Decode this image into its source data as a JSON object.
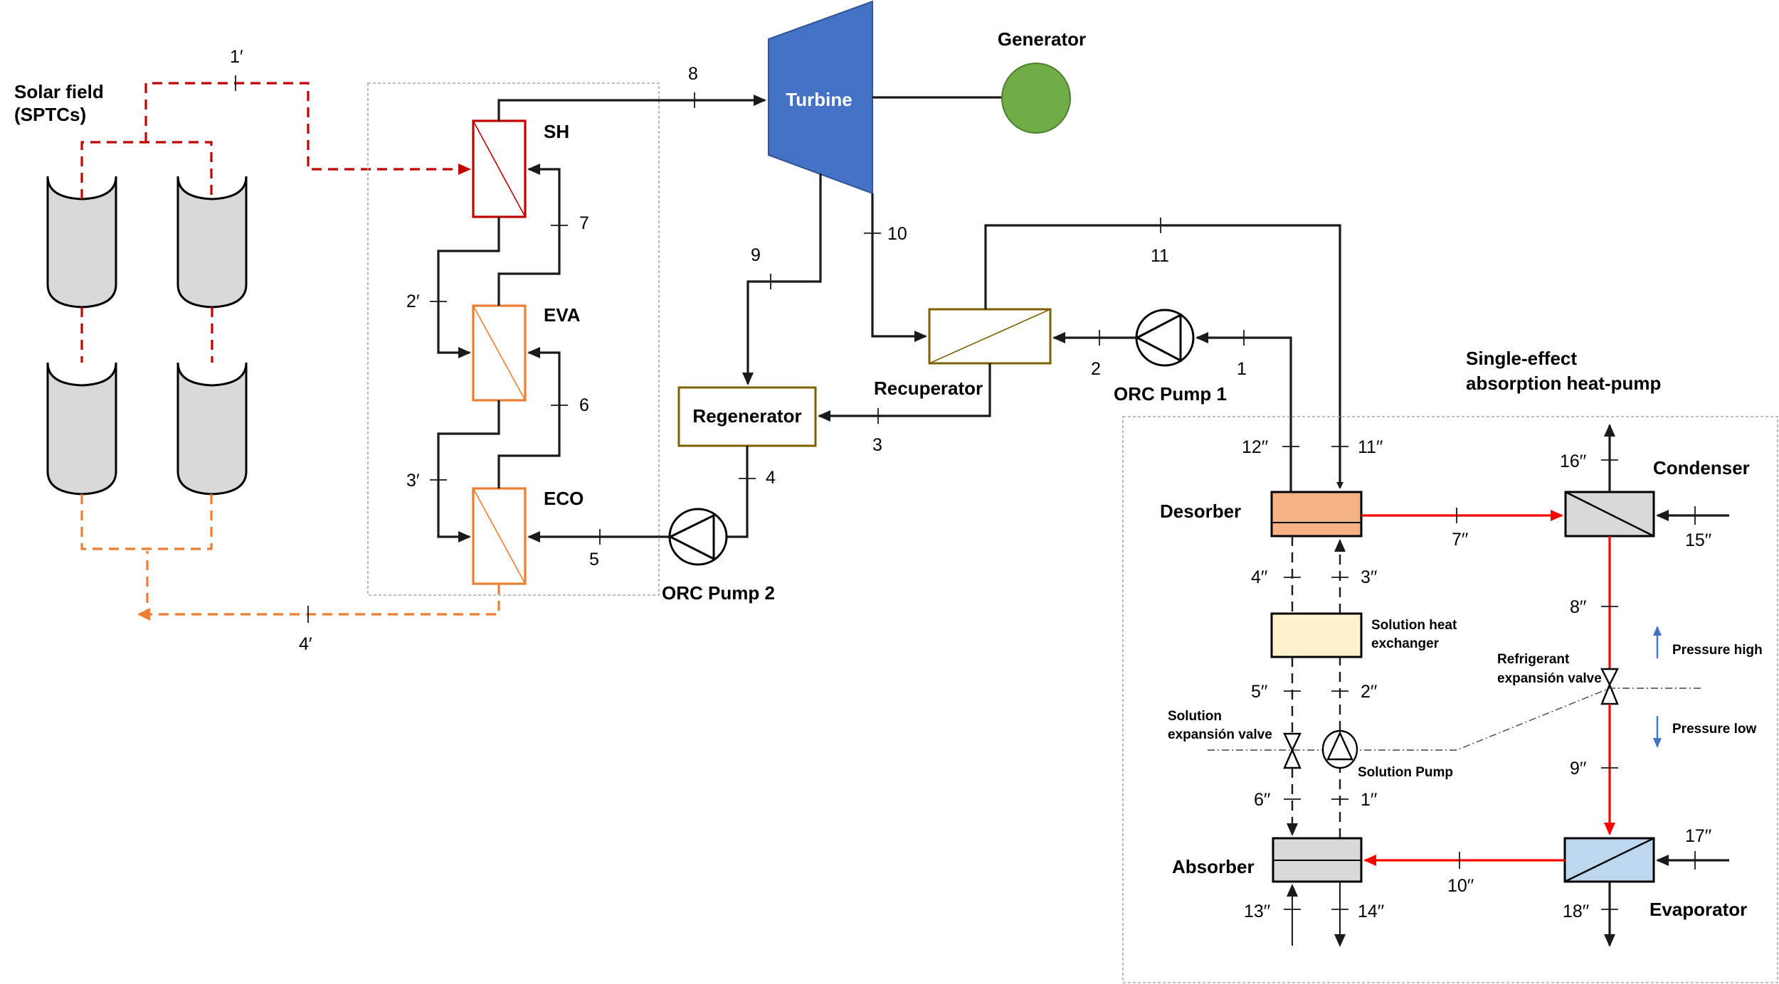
{
  "title": "Solar-driven ORC coupled with single-effect absorption heat-pump",
  "colors": {
    "solar_hot": "#c00000",
    "solar_cold": "#ed7d31",
    "sh_border": "#c00000",
    "eva_eco_border": "#ed7d31",
    "turbine": "#4472c4",
    "generator": "#70ad47",
    "regenerator_border": "#7f6000",
    "desorber_fill": "#f4b183",
    "shx_fill": "#fff2cc",
    "absorber_fill": "#d9d9d9",
    "condenser_fill": "#d9d9d9",
    "evaporator_fill": "#bdd7ee",
    "refrigerant_line": "#ff0000",
    "pressure_arrow": "#4472c4"
  },
  "solar_field": {
    "label_line1": "Solar field",
    "label_line2": "(SPTCs)",
    "collectors": 4
  },
  "components": {
    "sh": "SH",
    "eva": "EVA",
    "eco": "ECO",
    "turbine": "Turbine",
    "generator": "Generator",
    "regenerator": "Regenerator",
    "recuperator": "Recuperator",
    "orc_pump_1": "ORC Pump 1",
    "orc_pump_2": "ORC Pump 2",
    "absorption_title_line1": "Single-effect",
    "absorption_title_line2": "absorption heat-pump",
    "desorber": "Desorber",
    "condenser": "Condenser",
    "absorber": "Absorber",
    "evaporator": "Evaporator",
    "shx_line1": "Solution heat",
    "shx_line2": "exchanger",
    "solution_valve_line1": "Solution",
    "solution_valve_line2": "expansión valve",
    "refrigerant_valve_line1": "Refrigerant",
    "refrigerant_valve_line2": "expansión valve",
    "solution_pump": "Solution Pump",
    "pressure_high": "Pressure high",
    "pressure_low": "Pressure low"
  },
  "states": {
    "s1p": "1′",
    "s2p": "2′",
    "s3p": "3′",
    "s4p": "4′",
    "s1": "1",
    "s2": "2",
    "s3": "3",
    "s4": "4",
    "s5": "5",
    "s6": "6",
    "s7": "7",
    "s8": "8",
    "s9": "9",
    "s10": "10",
    "s11": "11",
    "a1": "1′′",
    "a2": "2′′",
    "a3": "3′′",
    "a4": "4′′",
    "a5": "5′′",
    "a6": "6′′",
    "a7": "7′′",
    "a8": "8′′",
    "a9": "9′′",
    "a10": "10′′",
    "a11": "11′′",
    "a12": "12′′",
    "a13": "13′′",
    "a14": "14′′",
    "a15": "15′′",
    "a16": "16′′",
    "a17": "17′′",
    "a18": "18′′"
  }
}
